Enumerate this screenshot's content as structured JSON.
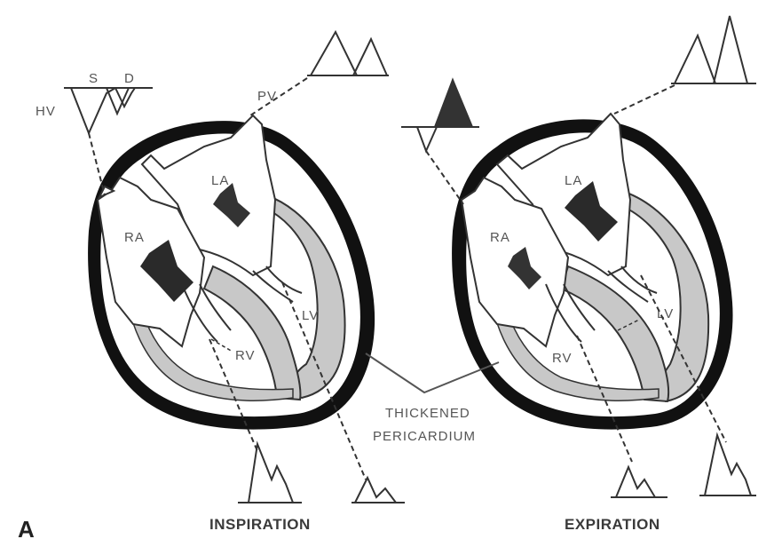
{
  "panel_label": "A",
  "left": {
    "caption": "INSPIRATION",
    "labels": {
      "hv": "HV",
      "s": "S",
      "d": "D",
      "pv": "PV",
      "la": "LA",
      "ra": "RA",
      "lv": "LV",
      "rv": "RV"
    }
  },
  "right": {
    "caption": "EXPIRATION",
    "labels": {
      "la": "LA",
      "ra": "RA",
      "lv": "LV",
      "rv": "RV"
    }
  },
  "center_label": {
    "line1": "THICKENED",
    "line2": "PERICARDIUM"
  },
  "colors": {
    "line": "#333333",
    "pericardium": "#111111",
    "wall": "#c8c8c8",
    "arrow": "#333333",
    "text": "#555555"
  }
}
